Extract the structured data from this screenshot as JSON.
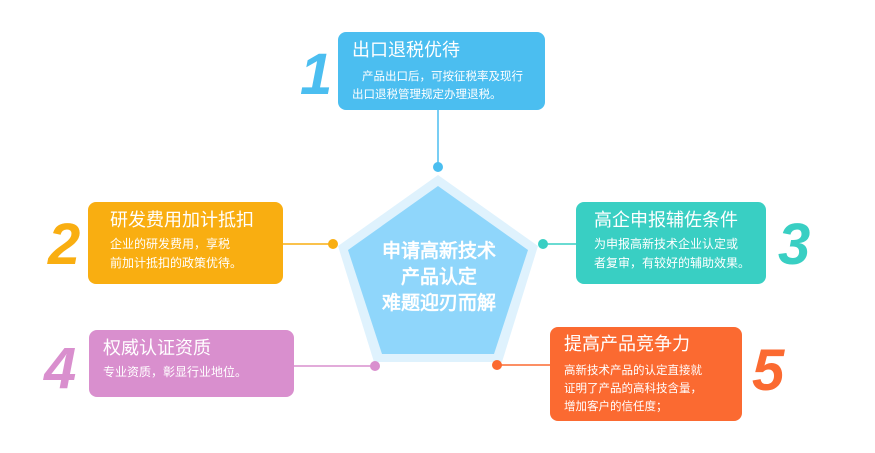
{
  "colors": {
    "blue": "#4bbef0",
    "orange": "#f9ae11",
    "teal": "#39cfc3",
    "purple": "#d98fce",
    "red": "#fb6a31",
    "center": "#8fd6fb"
  },
  "center": {
    "line1": "申请高新技术",
    "line2": "产品认定",
    "line3": "难题迎刃而解"
  },
  "items": [
    {
      "number": "1",
      "title": "出口退税优待",
      "desc1": "产品出口后，可按征税率及现行",
      "desc2": "出口退税管理规定办理退税。",
      "desc3": ""
    },
    {
      "number": "2",
      "title": "研发费用加计抵扣",
      "desc1": "企业的研发费用，享税",
      "desc2": "前加计抵扣的政策优待。",
      "desc3": ""
    },
    {
      "number": "3",
      "title": "高企申报辅佐条件",
      "desc1": "为申报高新技术企业认定或",
      "desc2": "者复审，有较好的辅助效果。",
      "desc3": ""
    },
    {
      "number": "4",
      "title": "权威认证资质",
      "desc1": "专业资质，彰显行业地位。",
      "desc2": "",
      "desc3": ""
    },
    {
      "number": "5",
      "title": "提高产品竞争力",
      "desc1": "高新技术产品的认定直接就",
      "desc2": "证明了产品的高科技含量，",
      "desc3": "增加客户的信任度；"
    }
  ]
}
